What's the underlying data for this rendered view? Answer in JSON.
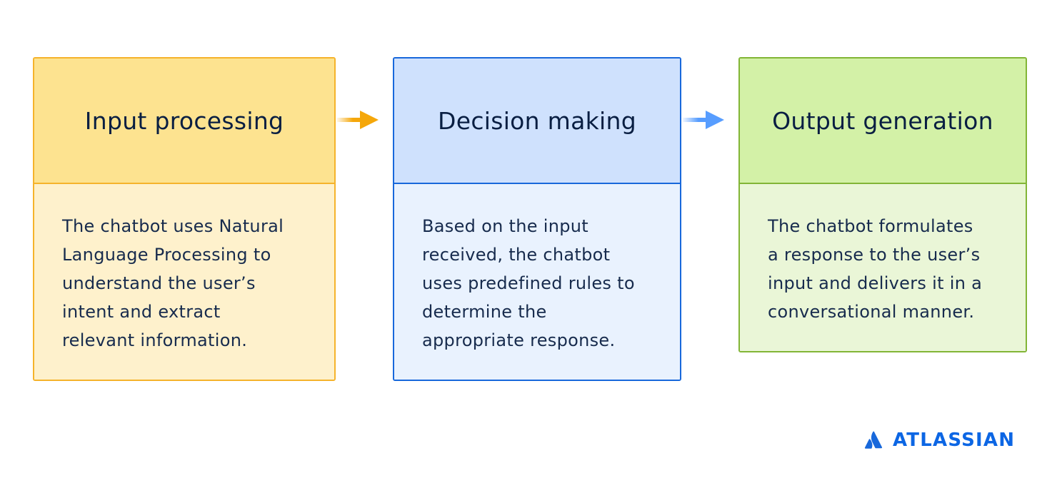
{
  "steps": [
    {
      "title": "Input processing",
      "lines": [
        "The chatbot uses Natural",
        "Language Processing to",
        "understand the user’s",
        "intent and extract",
        "relevant information."
      ],
      "accent": "#f5b32b",
      "head_color": "#fde390",
      "body_color": "#fef1cc"
    },
    {
      "title": "Decision making",
      "lines": [
        "Based on the input",
        "received, the chatbot",
        "uses predefined rules to",
        "determine the",
        "appropriate response."
      ],
      "accent": "#1868db",
      "head_color": "#cfe1fd",
      "body_color": "#e9f2fe"
    },
    {
      "title": "Output generation",
      "lines": [
        "The chatbot formulates",
        "a response to the user’s",
        "input and delivers it in a",
        "conversational manner."
      ],
      "accent": "#82b536",
      "head_color": "#d3f1a7",
      "body_color": "#eaf6d7"
    }
  ],
  "arrows": [
    {
      "color": "#f5a70a",
      "icon": "arrow-right-icon"
    },
    {
      "color": "#579dff",
      "icon": "arrow-right-icon"
    }
  ],
  "brand": {
    "name": "ATLASSIAN",
    "color": "#0c66e4",
    "icon": "atlassian-logo-icon"
  }
}
